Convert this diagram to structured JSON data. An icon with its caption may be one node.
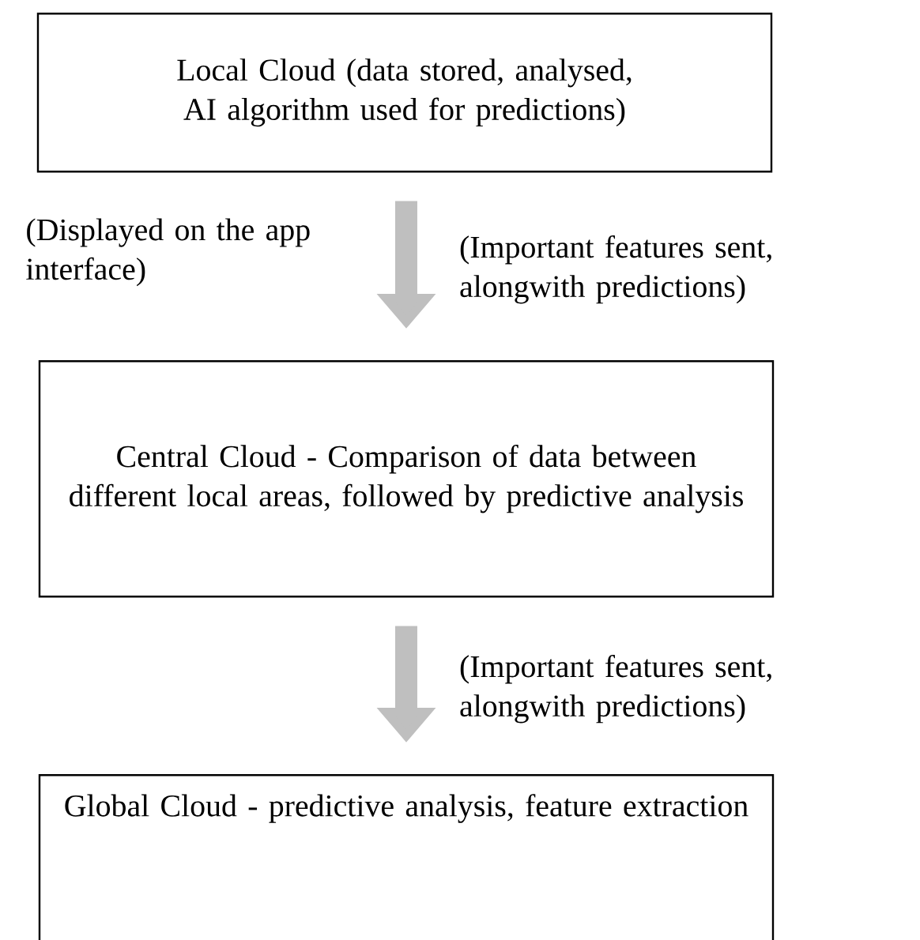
{
  "diagram": {
    "nodes": [
      {
        "text": [
          "Local Cloud (data stored, analysed, AI algorithm used for predictions)"
        ]
      },
      {
        "text": [
          "Central Cloud - Comparison of data between different local areas, followed by predictive analysis"
        ]
      },
      {
        "text": [
          "Global Cloud - predictive analysis, feature extraction"
        ]
      }
    ],
    "edges": [
      {
        "from": 0,
        "to": 1,
        "arrow": "to",
        "label": "(Important features sent, alongwith predictions)"
      },
      {
        "from": 1,
        "to": 2,
        "arrow": "to",
        "label": "(Important features sent, alongwith predictions)"
      }
    ],
    "labels": [
      "(Displayed on the app interface)"
    ]
  }
}
